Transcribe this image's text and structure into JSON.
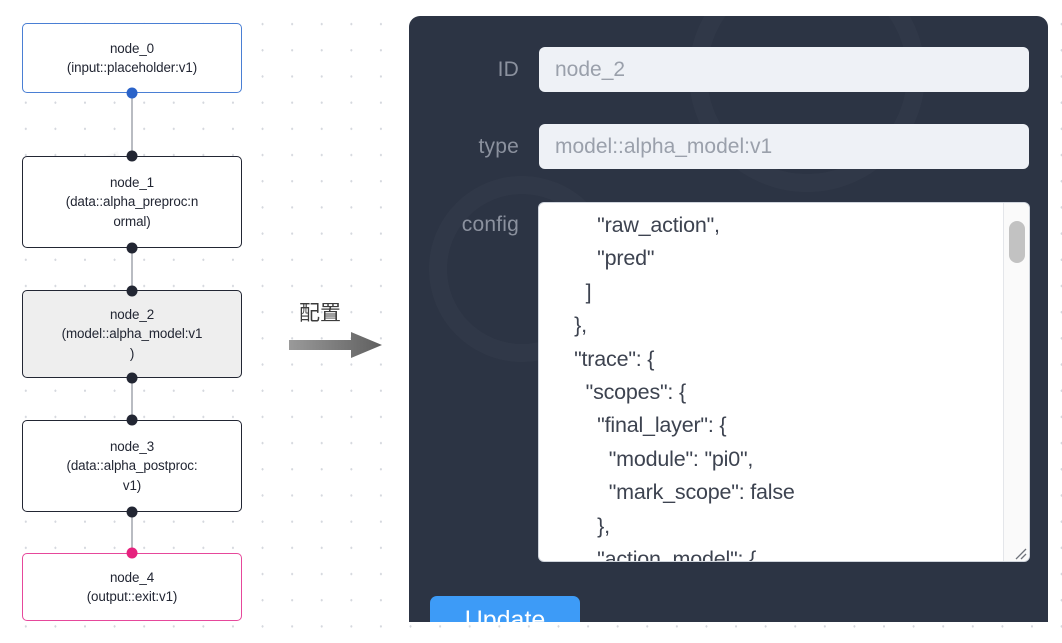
{
  "canvas": {
    "background_color": "#ffffff",
    "dot_color": "#d5d8de"
  },
  "graph": {
    "nodes": [
      {
        "id": "node_0",
        "label": "node_0\n(input::placeholder:v1)",
        "kind": "input",
        "border_color": "#4a7fd4",
        "selected": false
      },
      {
        "id": "node_1",
        "label": "node_1\n(data::alpha_preproc:n\normal)",
        "kind": "data",
        "border_color": "#222633",
        "selected": false
      },
      {
        "id": "node_2",
        "label": "node_2\n(model::alpha_model:v1\n)",
        "kind": "model",
        "border_color": "#222633",
        "selected": true
      },
      {
        "id": "node_3",
        "label": "node_3\n(data::alpha_postproc:\nv1)",
        "kind": "data",
        "border_color": "#222633",
        "selected": false
      },
      {
        "id": "node_4",
        "label": "node_4\n(output::exit:v1)",
        "kind": "output",
        "border_color": "#e6489b",
        "selected": false
      }
    ],
    "edges": [
      {
        "from": "node_0",
        "to": "node_1"
      },
      {
        "from": "node_1",
        "to": "node_2"
      },
      {
        "from": "node_2",
        "to": "node_3"
      },
      {
        "from": "node_3",
        "to": "node_4"
      }
    ],
    "handle_colors": {
      "default": "#222633",
      "input": "#2a63c9",
      "output": "#e6227e"
    }
  },
  "annotation": {
    "label": "配置",
    "arrow_color": "#808080",
    "arrow_icon": "right-arrow-icon"
  },
  "panel": {
    "background_color": "#2c3444",
    "fields": {
      "id": {
        "label": "ID",
        "value": "node_2",
        "placeholder": "node_2"
      },
      "type": {
        "label": "type",
        "value": "model::alpha_model:v1",
        "placeholder": "model::alpha_model:v1"
      },
      "config": {
        "label": "config",
        "value": "        \"raw_action\",\n        \"pred\"\n      ]\n    },\n    \"trace\": {\n      \"scopes\": {\n        \"final_layer\": {\n          \"module\": \"pi0\",\n          \"mark_scope\": false\n        },\n        \"action_model\": {",
        "scroll_position": "middle"
      }
    },
    "update_button": {
      "label": "Update",
      "color": "#3d9bf7"
    }
  }
}
